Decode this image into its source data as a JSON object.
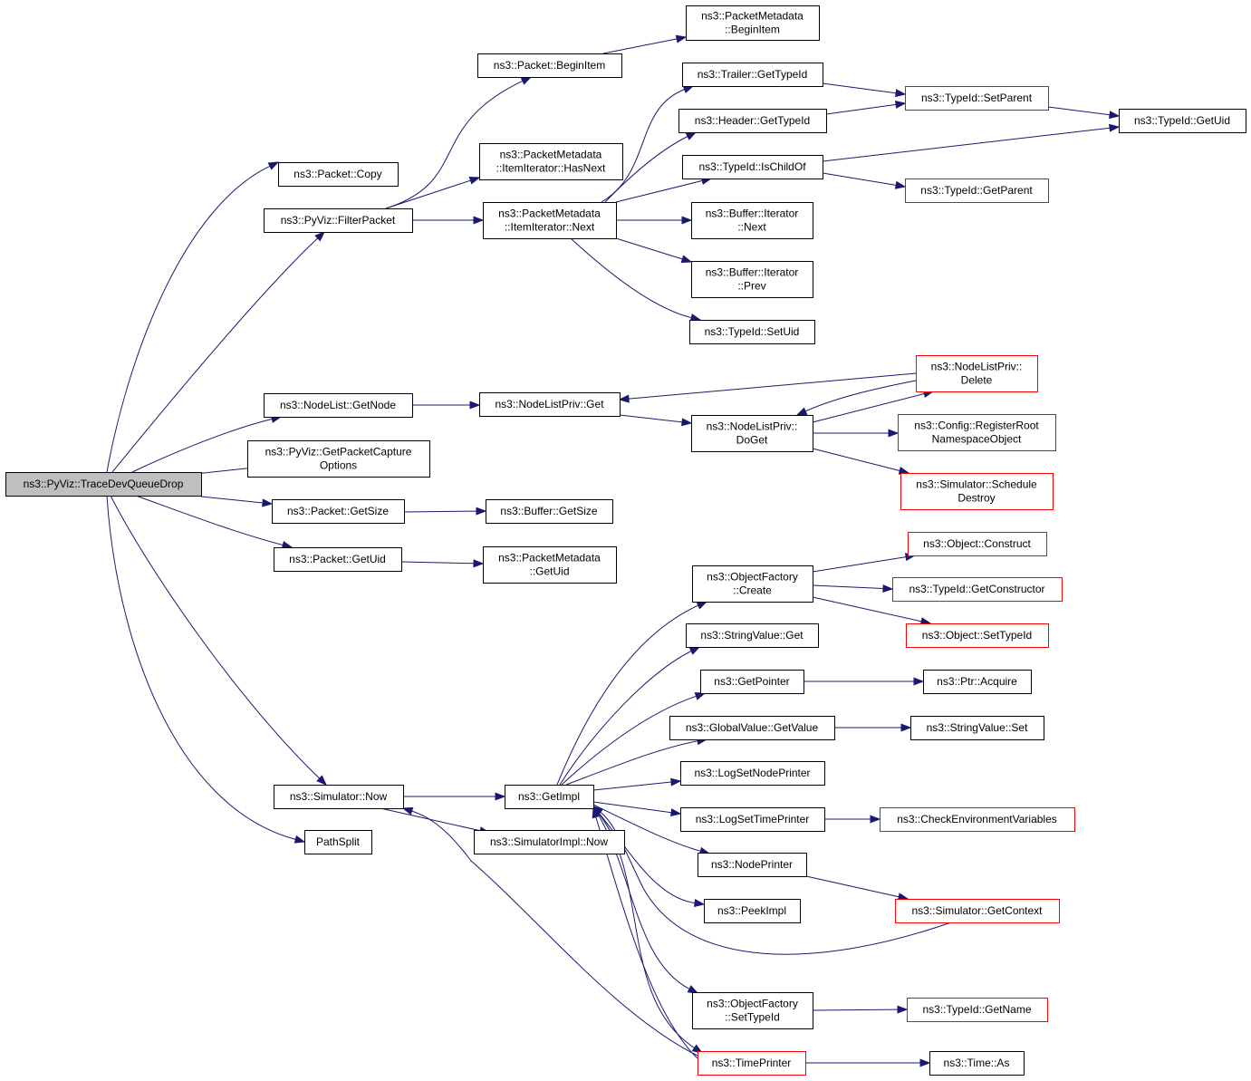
{
  "colors": {
    "edge": "#191970",
    "root_fill": "#bfbfbf",
    "external_border": "#ff0000",
    "node_border": "#000000"
  },
  "nodes": [
    {
      "id": "trace",
      "lines": [
        "ns3::PyViz::TraceDevQueueDrop"
      ],
      "style": "root"
    },
    {
      "id": "copy",
      "lines": [
        "ns3::Packet::Copy"
      ],
      "style": "normal"
    },
    {
      "id": "filter",
      "lines": [
        "ns3::PyViz::FilterPacket"
      ],
      "style": "normal"
    },
    {
      "id": "getnode",
      "lines": [
        "ns3::NodeList::GetNode"
      ],
      "style": "normal"
    },
    {
      "id": "capture",
      "lines": [
        "ns3::PyViz::GetPacketCapture",
        "Options"
      ],
      "style": "normal"
    },
    {
      "id": "getsize",
      "lines": [
        "ns3::Packet::GetSize"
      ],
      "style": "normal"
    },
    {
      "id": "getuid",
      "lines": [
        "ns3::Packet::GetUid"
      ],
      "style": "normal"
    },
    {
      "id": "simnow",
      "lines": [
        "ns3::Simulator::Now"
      ],
      "style": "normal"
    },
    {
      "id": "pathsplit",
      "lines": [
        "PathSplit"
      ],
      "style": "normal"
    },
    {
      "id": "beginitem",
      "lines": [
        "ns3::Packet::BeginItem"
      ],
      "style": "normal"
    },
    {
      "id": "pmbegin",
      "lines": [
        "ns3::PacketMetadata",
        "::BeginItem"
      ],
      "style": "normal"
    },
    {
      "id": "hasnext",
      "lines": [
        "ns3::PacketMetadata",
        "::ItemIterator::HasNext"
      ],
      "style": "normal"
    },
    {
      "id": "next",
      "lines": [
        "ns3::PacketMetadata",
        "::ItemIterator::Next"
      ],
      "style": "normal"
    },
    {
      "id": "trailer",
      "lines": [
        "ns3::Trailer::GetTypeId"
      ],
      "style": "normal"
    },
    {
      "id": "header",
      "lines": [
        "ns3::Header::GetTypeId"
      ],
      "style": "normal"
    },
    {
      "id": "ischild",
      "lines": [
        "ns3::TypeId::IsChildOf"
      ],
      "style": "normal"
    },
    {
      "id": "bufnext",
      "lines": [
        "ns3::Buffer::Iterator",
        "::Next"
      ],
      "style": "normal"
    },
    {
      "id": "bufprev",
      "lines": [
        "ns3::Buffer::Iterator",
        "::Prev"
      ],
      "style": "normal"
    },
    {
      "id": "setuid",
      "lines": [
        "ns3::TypeId::SetUid"
      ],
      "style": "normal"
    },
    {
      "id": "setparent",
      "lines": [
        "ns3::TypeId::SetParent"
      ],
      "style": "red"
    },
    {
      "id": "tgetuid",
      "lines": [
        "ns3::TypeId::GetUid"
      ],
      "style": "normal"
    },
    {
      "id": "getparent",
      "lines": [
        "ns3::TypeId::GetParent"
      ],
      "style": "red"
    },
    {
      "id": "nlget",
      "lines": [
        "ns3::NodeListPriv::Get"
      ],
      "style": "normal"
    },
    {
      "id": "doget",
      "lines": [
        "ns3::NodeListPriv::",
        "DoGet"
      ],
      "style": "normal"
    },
    {
      "id": "nldelete",
      "lines": [
        "ns3::NodeListPriv::",
        "Delete"
      ],
      "style": "red"
    },
    {
      "id": "regroot",
      "lines": [
        "ns3::Config::RegisterRoot",
        "NamespaceObject"
      ],
      "style": "red"
    },
    {
      "id": "schdestroy",
      "lines": [
        "ns3::Simulator::Schedule",
        "Destroy"
      ],
      "style": "red"
    },
    {
      "id": "bufgetsize",
      "lines": [
        "ns3::Buffer::GetSize"
      ],
      "style": "normal"
    },
    {
      "id": "pmgetuid",
      "lines": [
        "ns3::PacketMetadata",
        "::GetUid"
      ],
      "style": "normal"
    },
    {
      "id": "getimpl",
      "lines": [
        "ns3::GetImpl"
      ],
      "style": "normal"
    },
    {
      "id": "simimplnow",
      "lines": [
        "ns3::SimulatorImpl::Now"
      ],
      "style": "normal"
    },
    {
      "id": "ofcreate",
      "lines": [
        "ns3::ObjectFactory",
        "::Create"
      ],
      "style": "normal"
    },
    {
      "id": "svget",
      "lines": [
        "ns3::StringValue::Get"
      ],
      "style": "normal"
    },
    {
      "id": "getpointer",
      "lines": [
        "ns3::GetPointer"
      ],
      "style": "normal"
    },
    {
      "id": "gvgetvalue",
      "lines": [
        "ns3::GlobalValue::GetValue"
      ],
      "style": "normal"
    },
    {
      "id": "lognode",
      "lines": [
        "ns3::LogSetNodePrinter"
      ],
      "style": "normal"
    },
    {
      "id": "logtime",
      "lines": [
        "ns3::LogSetTimePrinter"
      ],
      "style": "normal"
    },
    {
      "id": "nodeprinter",
      "lines": [
        "ns3::NodePrinter"
      ],
      "style": "normal"
    },
    {
      "id": "peekimpl",
      "lines": [
        "ns3::PeekImpl"
      ],
      "style": "normal"
    },
    {
      "id": "ofsettypeid",
      "lines": [
        "ns3::ObjectFactory",
        "::SetTypeId"
      ],
      "style": "normal"
    },
    {
      "id": "timeprinter",
      "lines": [
        "ns3::TimePrinter"
      ],
      "style": "red"
    },
    {
      "id": "objconstruct",
      "lines": [
        "ns3::Object::Construct"
      ],
      "style": "red"
    },
    {
      "id": "getconstructor",
      "lines": [
        "ns3::TypeId::GetConstructor"
      ],
      "style": "red"
    },
    {
      "id": "objsettypeid",
      "lines": [
        "ns3::Object::SetTypeId"
      ],
      "style": "red"
    },
    {
      "id": "ptracquire",
      "lines": [
        "ns3::Ptr::Acquire"
      ],
      "style": "normal"
    },
    {
      "id": "svset",
      "lines": [
        "ns3::StringValue::Set"
      ],
      "style": "normal"
    },
    {
      "id": "checkenv",
      "lines": [
        "ns3::CheckEnvironmentVariables"
      ],
      "style": "red"
    },
    {
      "id": "getcontext",
      "lines": [
        "ns3::Simulator::GetContext"
      ],
      "style": "red"
    },
    {
      "id": "getname",
      "lines": [
        "ns3::TypeId::GetName"
      ],
      "style": "red"
    },
    {
      "id": "timeas",
      "lines": [
        "ns3::Time::As"
      ],
      "style": "normal"
    }
  ],
  "edges": [
    [
      "trace",
      "copy"
    ],
    [
      "trace",
      "filter"
    ],
    [
      "trace",
      "getnode"
    ],
    [
      "trace",
      "capture"
    ],
    [
      "trace",
      "getsize"
    ],
    [
      "trace",
      "getuid"
    ],
    [
      "trace",
      "simnow"
    ],
    [
      "trace",
      "pathsplit"
    ],
    [
      "filter",
      "beginitem"
    ],
    [
      "filter",
      "hasnext"
    ],
    [
      "filter",
      "next"
    ],
    [
      "beginitem",
      "pmbegin"
    ],
    [
      "next",
      "trailer"
    ],
    [
      "next",
      "header"
    ],
    [
      "next",
      "ischild"
    ],
    [
      "next",
      "bufnext"
    ],
    [
      "next",
      "bufprev"
    ],
    [
      "next",
      "setuid"
    ],
    [
      "trailer",
      "setparent"
    ],
    [
      "header",
      "setparent"
    ],
    [
      "setparent",
      "tgetuid"
    ],
    [
      "ischild",
      "tgetuid"
    ],
    [
      "ischild",
      "getparent"
    ],
    [
      "getnode",
      "nlget"
    ],
    [
      "nlget",
      "doget"
    ],
    [
      "doget",
      "nldelete"
    ],
    [
      "nldelete",
      "nlget"
    ],
    [
      "nldelete",
      "doget"
    ],
    [
      "doget",
      "regroot"
    ],
    [
      "doget",
      "schdestroy"
    ],
    [
      "getsize",
      "bufgetsize"
    ],
    [
      "getuid",
      "pmgetuid"
    ],
    [
      "simnow",
      "getimpl"
    ],
    [
      "simnow",
      "simimplnow"
    ],
    [
      "getimpl",
      "ofcreate"
    ],
    [
      "getimpl",
      "svget"
    ],
    [
      "getimpl",
      "getpointer"
    ],
    [
      "getimpl",
      "gvgetvalue"
    ],
    [
      "getimpl",
      "lognode"
    ],
    [
      "getimpl",
      "logtime"
    ],
    [
      "getimpl",
      "nodeprinter"
    ],
    [
      "getimpl",
      "peekimpl"
    ],
    [
      "getimpl",
      "ofsettypeid"
    ],
    [
      "getimpl",
      "timeprinter"
    ],
    [
      "ofcreate",
      "objconstruct"
    ],
    [
      "ofcreate",
      "getconstructor"
    ],
    [
      "ofcreate",
      "objsettypeid"
    ],
    [
      "getpointer",
      "ptracquire"
    ],
    [
      "gvgetvalue",
      "svset"
    ],
    [
      "logtime",
      "checkenv"
    ],
    [
      "nodeprinter",
      "getcontext"
    ],
    [
      "getcontext",
      "getimpl"
    ],
    [
      "ofsettypeid",
      "getname"
    ],
    [
      "timeprinter",
      "timeas"
    ],
    [
      "timeprinter",
      "simnow"
    ],
    [
      "timeprinter",
      "getimpl"
    ]
  ]
}
